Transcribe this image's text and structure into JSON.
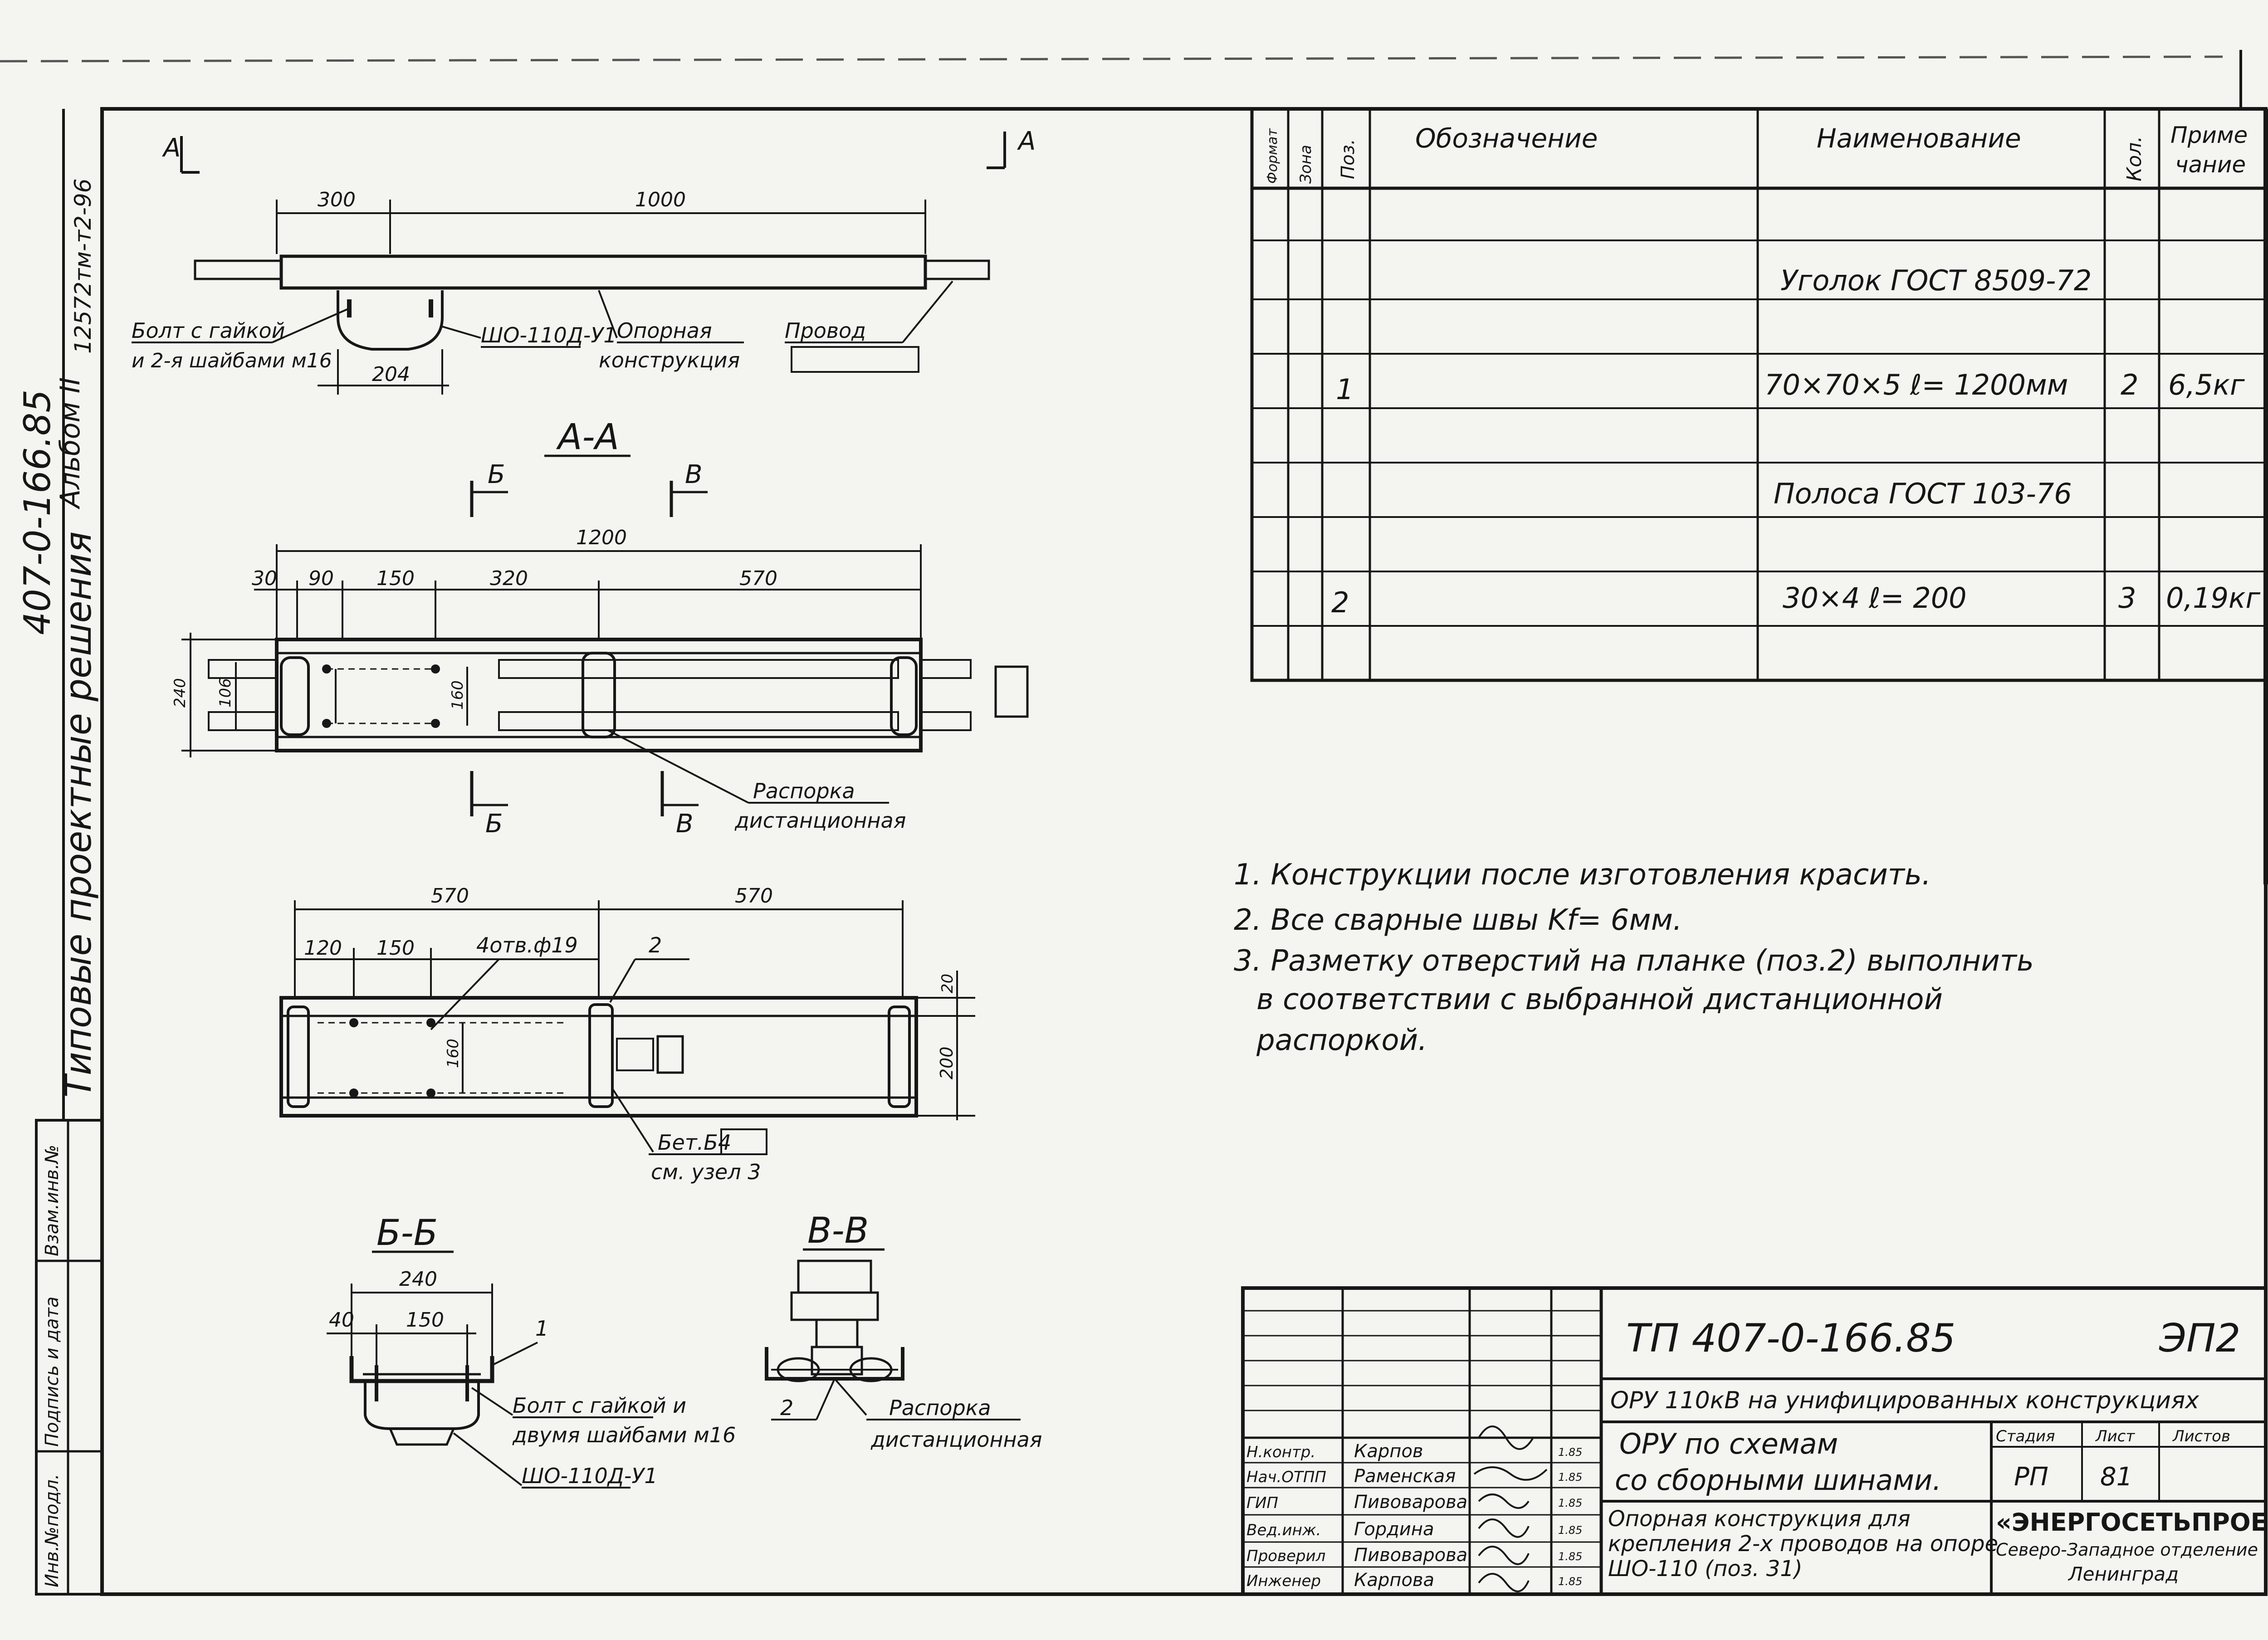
{
  "side_strip": {
    "album_code": "407-0-166.85",
    "album_volume": "Альбом II",
    "album_title": "Типовые проектные решения",
    "archive_number": "12572тм-т2-96",
    "stamp_inv": "Инв.№подл.",
    "stamp_sign": "Подпись и дата",
    "stamp_replace": "Взам.инв.№"
  },
  "spec_table": {
    "headers": {
      "format": "Формат",
      "zone": "Зона",
      "pos": "Поз.",
      "designation": "Обозначение",
      "name": "Наименование",
      "qty": "Кол.",
      "note": "Приме чание"
    },
    "rows": [
      {
        "pos": "",
        "name": "Уголок ГОСТ 8509-72",
        "qty": "",
        "note": ""
      },
      {
        "pos": "1",
        "name": "70×70×5 ℓ= 1200мм",
        "qty": "2",
        "note": "6,5кг"
      },
      {
        "pos": "",
        "name": "Полоса ГОСТ 103-76",
        "qty": "",
        "note": ""
      },
      {
        "pos": "2",
        "name": "30×4 ℓ= 200",
        "qty": "3",
        "note": "0,19кг"
      }
    ]
  },
  "notes": [
    "1. Конструкции после изготовления красить.",
    "2. Все сварные швы Kf= 6мм.",
    "3. Разметку отверстий на планке (поз.2) выполнить",
    "в соответствии с выбранной дистанционной",
    "распоркой."
  ],
  "drawing": {
    "top_view": {
      "section_marker_left": "А",
      "section_marker_right": "А",
      "dim_300": "300",
      "dim_1000": "1000",
      "dim_204": "204",
      "bolt_label_1": "Болт с гайкой",
      "bolt_label_2": "и 2-я шайбами м16",
      "insulator_label": "ШО-110Д-У1",
      "support_label_1": "Опорная",
      "support_label_2": "конструкция",
      "wire_label": "Провод"
    },
    "section_aa": {
      "title": "А-А",
      "marker_b_top": "Б",
      "marker_v_top": "В",
      "marker_b_bottom": "Б",
      "marker_v_bottom": "В",
      "dim_1200": "1200",
      "dim_30": "30",
      "dim_90": "90",
      "dim_150": "150",
      "dim_320": "320",
      "dim_570": "570",
      "dim_240": "240",
      "dim_106": "106",
      "dim_160": "160",
      "spacer_label_1": "Распорка",
      "spacer_label_2": "дистанционная"
    },
    "plan_view": {
      "dim_570_left": "570",
      "dim_570_right": "570",
      "dim_120": "120",
      "dim_150": "150",
      "holes_label": "4отв.ф19",
      "pos_2": "2",
      "dim_160": "160",
      "dim_20": "20",
      "dim_200": "200",
      "weld_label": "Бет.Б4",
      "node_label": "см. узел 3"
    },
    "section_bb": {
      "title": "Б-Б",
      "dim_240": "240",
      "dim_40": "40",
      "dim_150": "150",
      "pos_1": "1",
      "bolt_label_1": "Болт с гайкой и",
      "bolt_label_2": "двумя шайбами м16",
      "insulator_label": "ШО-110Д-У1"
    },
    "section_vv": {
      "title": "В-В",
      "pos_2": "2",
      "spacer_label_1": "Распорка",
      "spacer_label_2": "дистанционная"
    }
  },
  "title_block": {
    "doc_number": "ТП 407-0-166.85",
    "sheet_code": "ЭП2",
    "project": "ОРУ 110кВ на унифицированных конструкциях",
    "subtitle_1": "ОРУ по схемам",
    "subtitle_2": "со сборными шинами.",
    "drawing_title_1": "Опорная конструкция для",
    "drawing_title_2": "крепления 2-х проводов на опоре",
    "drawing_title_3": "ШО-110 (поз. 31)",
    "stage_label": "Стадия",
    "sheet_label": "Лист",
    "sheets_label": "Листов",
    "stage": "РП",
    "sheet": "81",
    "org_1": "«ЭНЕРГОСЕТЬПРОЕКТ»",
    "org_2": "Северо-Западное отделение",
    "org_3": "Ленинград",
    "signatures": [
      {
        "role": "Н.контр.",
        "name": "Карпов",
        "date": "1.85"
      },
      {
        "role": "Нач.ОТПП",
        "name": "Раменская",
        "date": "1.85"
      },
      {
        "role": "ГИП",
        "name": "Пивоварова",
        "date": "1.85"
      },
      {
        "role": "Вед.инж.",
        "name": "Гордина",
        "date": "1.85"
      },
      {
        "role": "Проверил",
        "name": "Пивоварова",
        "date": "1.85"
      },
      {
        "role": "Инженер",
        "name": "Карпова",
        "date": "1.85"
      }
    ]
  }
}
